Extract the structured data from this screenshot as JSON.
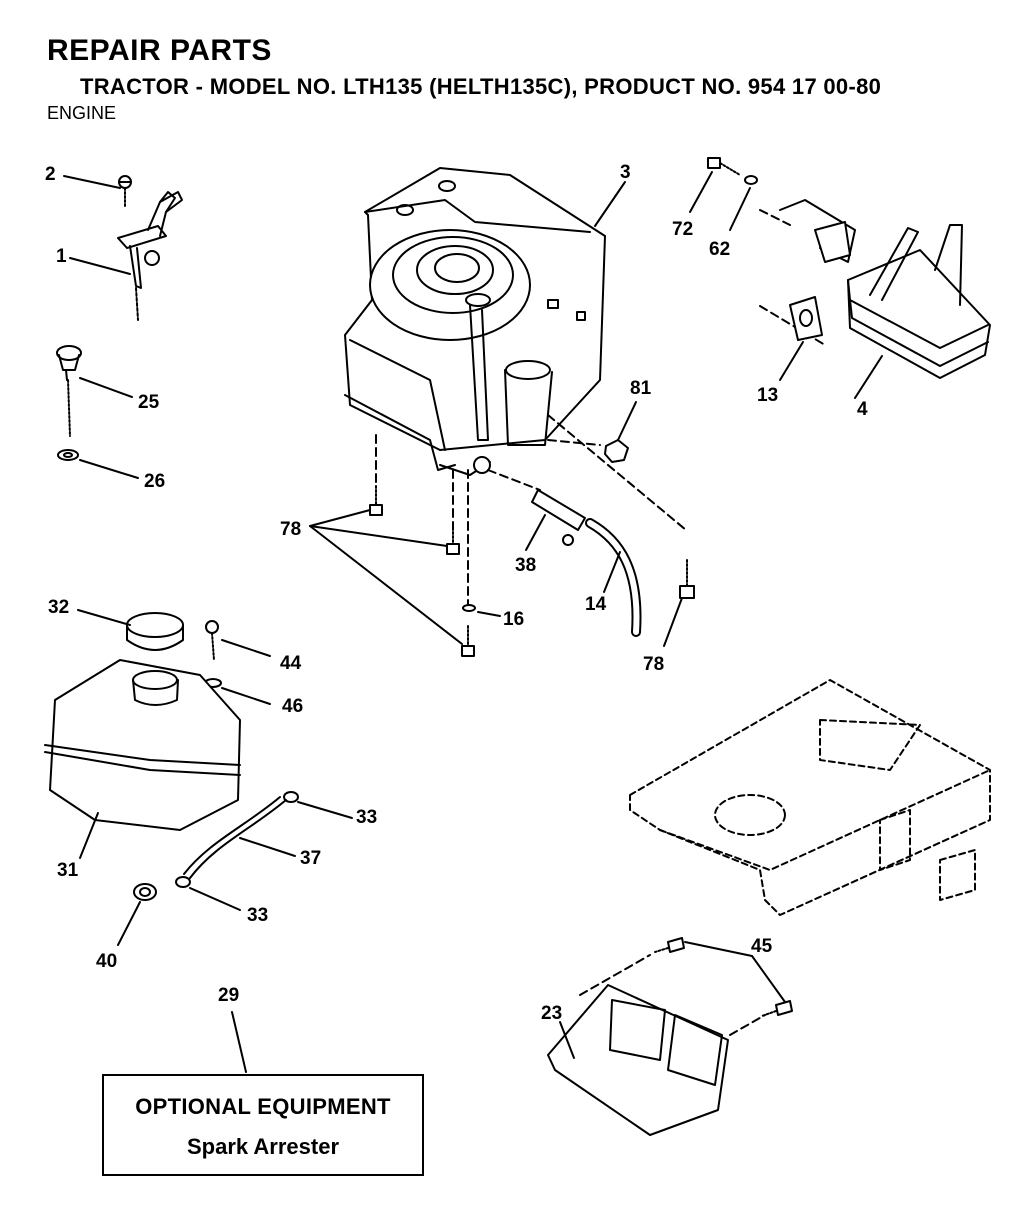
{
  "header": {
    "title": "REPAIR PARTS",
    "subtitle": "TRACTOR - MODEL NO. LTH135 (HELTH135C), PRODUCT NO. 954 17 00-80",
    "section": "ENGINE"
  },
  "callouts": {
    "c1": "1",
    "c2": "2",
    "c3": "3",
    "c4": "4",
    "c13": "13",
    "c14": "14",
    "c16": "16",
    "c23": "23",
    "c25": "25",
    "c26": "26",
    "c29": "29",
    "c31": "31",
    "c32": "32",
    "c33a": "33",
    "c33b": "33",
    "c37": "37",
    "c38": "38",
    "c40": "40",
    "c44": "44",
    "c45": "45",
    "c46": "46",
    "c62": "62",
    "c72": "72",
    "c78a": "78",
    "c78b": "78",
    "c81": "81"
  },
  "optional": {
    "heading": "OPTIONAL EQUIPMENT",
    "item": "Spark Arrester"
  }
}
